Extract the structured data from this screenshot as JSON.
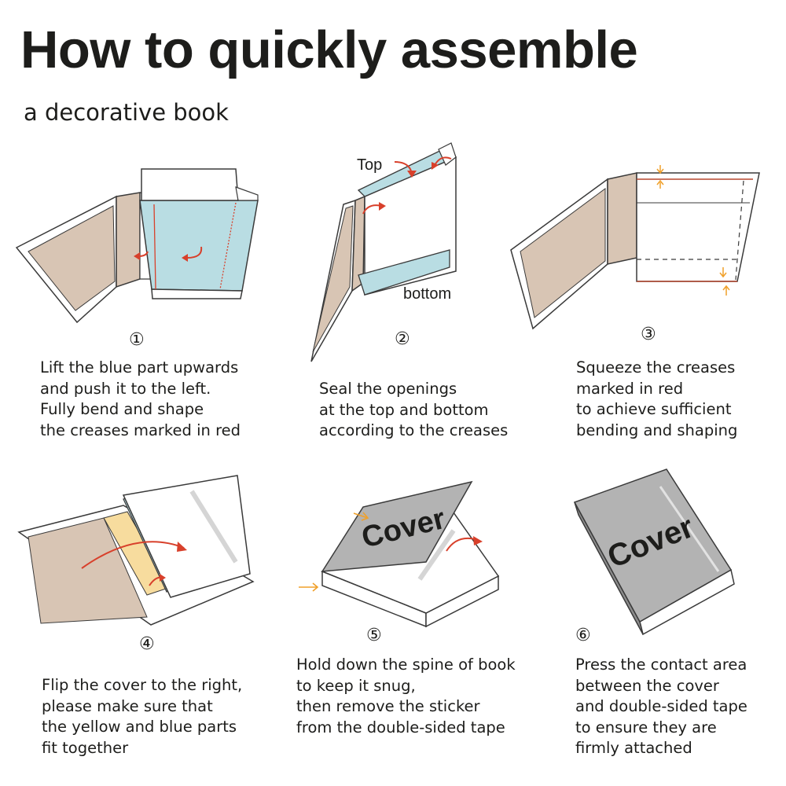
{
  "title": "How to quickly assemble",
  "subtitle": "a decorative book",
  "colors": {
    "blue_part": "#b9dde3",
    "beige_part": "#d8c5b4",
    "yellow_part": "#f7dc9e",
    "grey_cover": "#b3b3b3",
    "red_arrow": "#d8402b",
    "orange_arrow": "#f0a02a",
    "outline": "#3a3a3a"
  },
  "steps": [
    {
      "number": "①",
      "lines": [
        "Lift the blue part upwards",
        "and push it to the left.",
        "Fully bend and shape",
        "the creases marked in red"
      ]
    },
    {
      "number": "②",
      "labels": {
        "top": "Top",
        "bottom": "bottom"
      },
      "lines": [
        "Seal the openings",
        "at the top and bottom",
        "according to the creases"
      ]
    },
    {
      "number": "③",
      "lines": [
        "Squeeze the creases",
        "marked in red",
        "to achieve sufficient",
        "bending and shaping"
      ]
    },
    {
      "number": "④",
      "lines": [
        "Flip the cover to the right,",
        "please make sure that",
        "the yellow and blue parts",
        "fit together"
      ]
    },
    {
      "number": "⑤",
      "cover_label": "Cover",
      "lines": [
        "Hold down the spine of book",
        "to keep it snug,",
        "then remove the sticker",
        "from the double-sided tape"
      ]
    },
    {
      "number": "⑥",
      "cover_label": "Cover",
      "lines": [
        "Press the contact area",
        "between the cover",
        "and double-sided tape",
        "to ensure they are",
        "firmly attached"
      ]
    }
  ]
}
